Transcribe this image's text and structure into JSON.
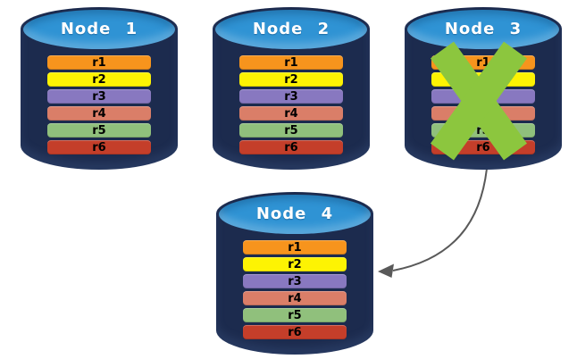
{
  "diagram": {
    "background": "#ffffff",
    "description": "Four database node cylinders each holding replicated records r1-r6; Node 3 is crossed out with a green X and an arrow points from Node 3 to Node 4"
  },
  "colors": {
    "cylinder_body": "#1C2B4E",
    "cylinder_top": "#2F93D4",
    "node_title_text": "#FFFFFF",
    "record_text": "#000000",
    "failure_x": "#8CC63E",
    "arrow": "#595959"
  },
  "nodes": [
    {
      "label": "Node 1",
      "failed": false,
      "records": [
        {
          "label": "r1",
          "color": "#F7941D"
        },
        {
          "label": "r2",
          "color": "#FDF303"
        },
        {
          "label": "r3",
          "color": "#8878C0"
        },
        {
          "label": "r4",
          "color": "#DA7E68"
        },
        {
          "label": "r5",
          "color": "#90C07C"
        },
        {
          "label": "r6",
          "color": "#C43E2A"
        }
      ]
    },
    {
      "label": "Node 2",
      "failed": false,
      "records": [
        {
          "label": "r1",
          "color": "#F7941D"
        },
        {
          "label": "r2",
          "color": "#FDF303"
        },
        {
          "label": "r3",
          "color": "#8878C0"
        },
        {
          "label": "r4",
          "color": "#DA7E68"
        },
        {
          "label": "r5",
          "color": "#90C07C"
        },
        {
          "label": "r6",
          "color": "#C43E2A"
        }
      ]
    },
    {
      "label": "Node 3",
      "failed": true,
      "records": [
        {
          "label": "r1",
          "color": "#F7941D"
        },
        {
          "label": "r2",
          "color": "#FDF303"
        },
        {
          "label": "r3",
          "color": "#8878C0"
        },
        {
          "label": "r4",
          "color": "#DA7E68"
        },
        {
          "label": "r5",
          "color": "#90C07C"
        },
        {
          "label": "r6",
          "color": "#C43E2A"
        }
      ]
    },
    {
      "label": "Node 4",
      "failed": false,
      "records": [
        {
          "label": "r1",
          "color": "#F7941D"
        },
        {
          "label": "r2",
          "color": "#FDF303"
        },
        {
          "label": "r3",
          "color": "#8878C0"
        },
        {
          "label": "r4",
          "color": "#DA7E68"
        },
        {
          "label": "r5",
          "color": "#90C07C"
        },
        {
          "label": "r6",
          "color": "#C43E2A"
        }
      ]
    }
  ],
  "arrow": {
    "from": "Node 3",
    "to": "Node 4"
  }
}
